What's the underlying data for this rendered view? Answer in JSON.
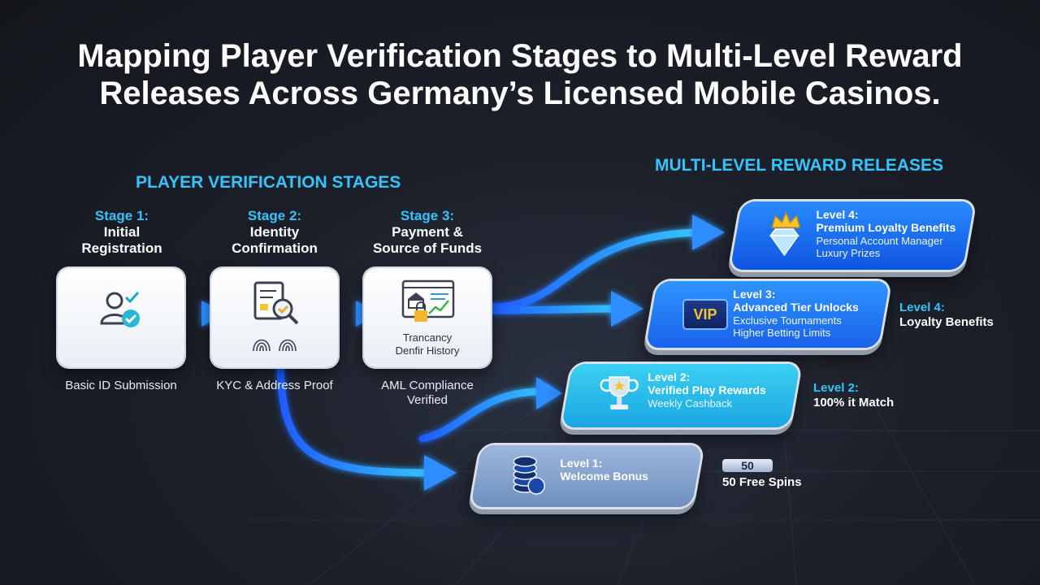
{
  "title": {
    "line1": "Mapping Player Verification Stages to Multi-Level Reward",
    "line2": "Releases Across Germany’s Licensed Mobile Casinos."
  },
  "verification": {
    "heading": "PLAYER VERIFICATION STAGES",
    "stages": [
      {
        "num": "Stage 1:",
        "name_l1": "Initial",
        "name_l2": "Registration",
        "caption": "Basic ID Submission",
        "icon": "user-check-icon"
      },
      {
        "num": "Stage 2:",
        "name_l1": "Identity",
        "name_l2": "Confirmation",
        "caption": "KYC & Address Proof",
        "icon": "document-magnifier-icon"
      },
      {
        "num": "Stage 3:",
        "name_l1": "Payment &",
        "name_l2": "Source of Funds",
        "caption_l1": "AML Compliance",
        "caption_l2": "Verified",
        "card_l1": "Trancancy",
        "card_l2": "Denfir History",
        "icon": "bank-lock-chart-icon"
      }
    ]
  },
  "rewards": {
    "heading": "MULTI-LEVEL REWARD RELEASES",
    "levels": [
      {
        "level": "Level 4:",
        "name": "Premium Loyalty Benefits",
        "d1": "Personal Account Manager",
        "d2": "Luxury Prizes",
        "icon": "crown-diamond-icon"
      },
      {
        "level": "Level 3:",
        "name": "Advanced Tier Unlocks",
        "d1": "Exclusive Tournaments",
        "d2": "Higher Betting Limits",
        "icon": "vip-card-icon",
        "badge": "VIP"
      },
      {
        "level": "Level 2:",
        "name": "Verified Play Rewards",
        "d1": "Weekly Cashback",
        "icon": "trophy-icon"
      },
      {
        "level": "Level 1:",
        "name": "Welcome Bonus",
        "icon": "casino-chips-icon"
      }
    ],
    "side_notes": [
      {
        "a": "Level 4:",
        "b": "Loyalty Benefits"
      },
      {
        "a": "Level 2:",
        "b": "100% it Match"
      },
      {
        "pill": "50",
        "b": "50 Free Spins"
      }
    ]
  },
  "colors": {
    "accent": "#35c4ff",
    "arrow": "#1f7bff",
    "level4": "#1668f0",
    "level1": "#7f9fc9"
  }
}
